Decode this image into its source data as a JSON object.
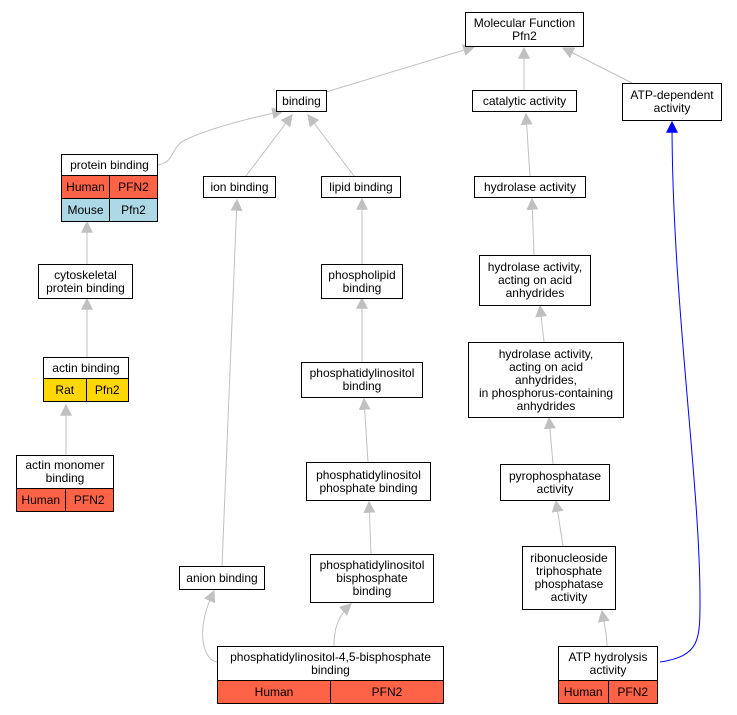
{
  "nodes": {
    "molecular_function": {
      "label": "Molecular Function\nPfn2"
    },
    "binding": {
      "label": "binding"
    },
    "catalytic_activity": {
      "label": "catalytic activity"
    },
    "atp_dependent_activity": {
      "label": "ATP-dependent\nactivity"
    },
    "protein_binding": {
      "label": "protein binding",
      "rows": [
        [
          "Human",
          "PFN2"
        ],
        [
          "Mouse",
          "Pfn2"
        ]
      ]
    },
    "ion_binding": {
      "label": "ion binding"
    },
    "lipid_binding": {
      "label": "lipid binding"
    },
    "hydrolase_activity": {
      "label": "hydrolase activity"
    },
    "cytoskeletal_protein_binding": {
      "label": "cytoskeletal\nprotein binding"
    },
    "phospholipid_binding": {
      "label": "phospholipid\nbinding"
    },
    "hydrolase_acid_anhydrides": {
      "label": "hydrolase activity,\nacting on acid\nanhydrides"
    },
    "actin_binding": {
      "label": "actin binding",
      "rows": [
        [
          "Rat",
          "Pfn2"
        ]
      ]
    },
    "phosphatidylinositol_binding": {
      "label": "phosphatidylinositol\nbinding"
    },
    "hydrolase_phosphorus_anhydrides": {
      "label": "hydrolase activity,\nacting on acid\nanhydrides,\nin phosphorus-containing\nanhydrides"
    },
    "actin_monomer_binding": {
      "label": "actin monomer\nbinding",
      "rows": [
        [
          "Human",
          "PFN2"
        ]
      ]
    },
    "phosphatidylinositol_phosphate_binding": {
      "label": "phosphatidylinositol\nphosphate binding"
    },
    "pyrophosphatase_activity": {
      "label": "pyrophosphatase\nactivity"
    },
    "phosphatidylinositol_bisphosphate_binding": {
      "label": "phosphatidylinositol\nbisphosphate\nbinding"
    },
    "ribonucleoside_triphosphate_phosphatase": {
      "label": "ribonucleoside\ntriphosphate\nphosphatase\nactivity"
    },
    "anion_binding": {
      "label": "anion binding"
    },
    "pip2_binding": {
      "label": "phosphatidylinositol-4,5-bisphosphate\nbinding",
      "rows": [
        [
          "Human",
          "PFN2"
        ]
      ]
    },
    "atp_hydrolysis_activity": {
      "label": "ATP hydrolysis\nactivity",
      "rows": [
        [
          "Human",
          "PFN2"
        ]
      ]
    }
  },
  "colors": {
    "edge_gray": "#c0c0c0",
    "edge_blue": "#0000ff",
    "Human": "#ff6347",
    "Mouse": "#add8e6",
    "Rat": "#ffd700"
  }
}
